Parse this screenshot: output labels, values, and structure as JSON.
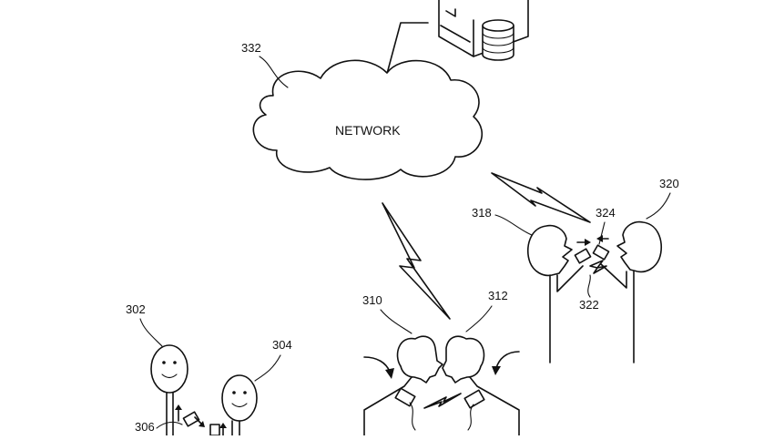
{
  "network": {
    "label": "NETWORK",
    "ref": "332"
  },
  "refs": {
    "user_302": "302",
    "user_304": "304",
    "device_306": "306",
    "user_310": "310",
    "user_312": "312",
    "user_318": "318",
    "user_320": "320",
    "device_322": "322",
    "device_324": "324"
  }
}
